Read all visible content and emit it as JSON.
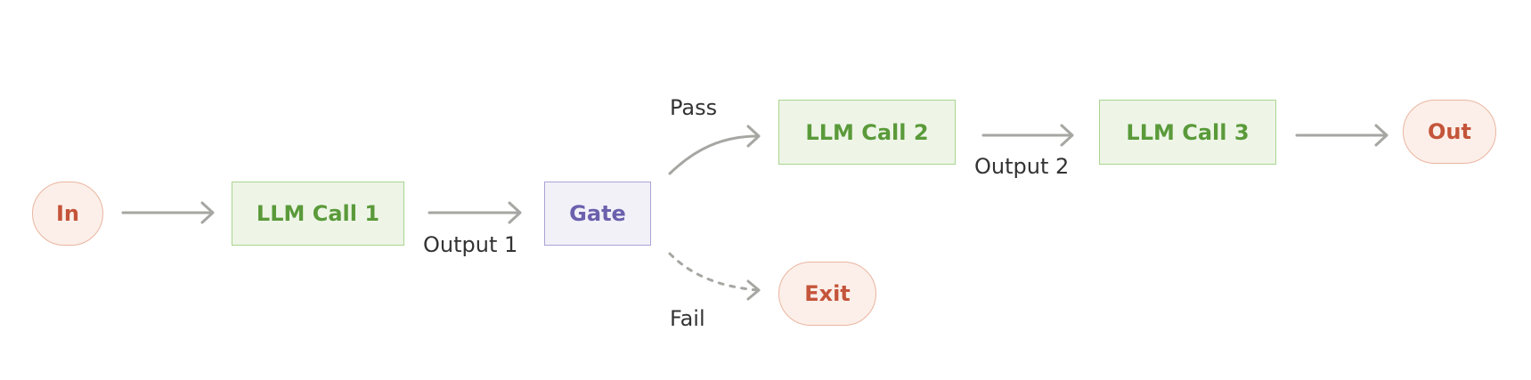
{
  "nodes": {
    "input": "In",
    "llm_call_1": "LLM Call 1",
    "gate": "Gate",
    "llm_call_2": "LLM Call 2",
    "llm_call_3": "LLM Call 3",
    "output": "Out",
    "exit": "Exit"
  },
  "edge_labels": {
    "output_1": "Output 1",
    "pass": "Pass",
    "fail": "Fail",
    "output_2": "Output 2"
  },
  "colors": {
    "terminal_fill": "#fcefe9",
    "terminal_text": "#c4553a",
    "llm_fill": "#eef5e7",
    "llm_text": "#5a9a3a",
    "gate_fill": "#f2f1f8",
    "gate_text": "#6b60ad",
    "arrow": "#a6a6a2"
  }
}
